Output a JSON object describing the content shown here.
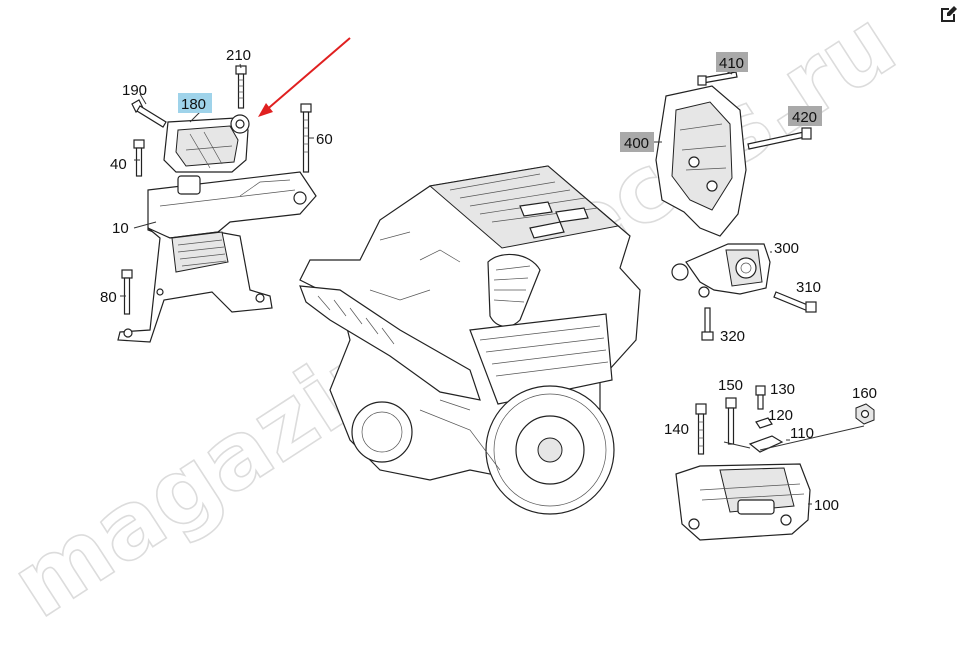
{
  "toolbar": {
    "edit_icon": "edit-pencil-icon"
  },
  "watermark": "magazin-noteces.ru",
  "callouts": {
    "c10": "10",
    "c40": "40",
    "c60": "60",
    "c80": "80",
    "c100": "100",
    "c110": "110",
    "c120": "120",
    "c130": "130",
    "c140": "140",
    "c150": "150",
    "c160": "160",
    "c180": "180",
    "c190": "190",
    "c210": "210",
    "c300": "300",
    "c310": "310",
    "c320": "320",
    "c400": "400",
    "c410": "410",
    "c420": "420"
  },
  "highlights": {
    "selected": "180",
    "grey": [
      "400",
      "410",
      "420"
    ]
  },
  "colors": {
    "highlight_blue": "#9fd3ea",
    "highlight_grey": "#a9a9a9",
    "arrow": "#e02020"
  }
}
